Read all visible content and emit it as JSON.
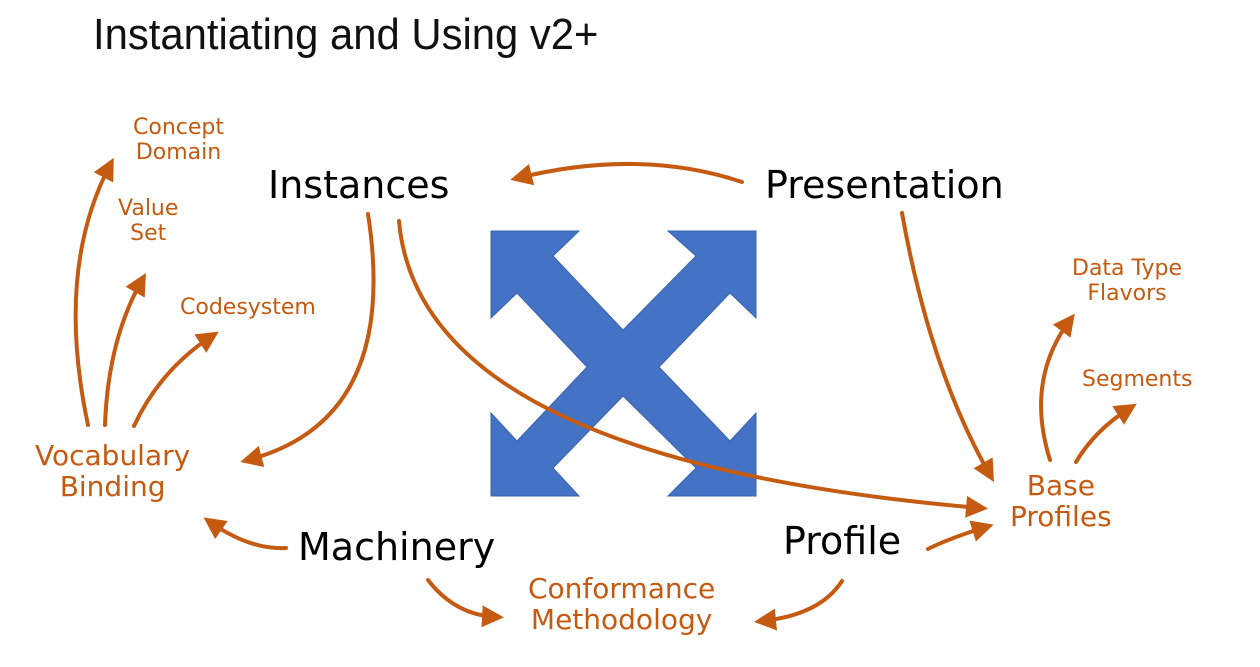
{
  "title": "Instantiating and Using v2+",
  "colors": {
    "accent": "#c55a11",
    "center_shape": "#4472c4",
    "main_text": "#000000"
  },
  "center_icon": "four-way-diagonal-arrows-icon",
  "main_nodes": {
    "instances": "Instances",
    "presentation": "Presentation",
    "machinery": "Machinery",
    "profile": "Profile"
  },
  "sub_nodes": {
    "concept_domain": "Concept\nDomain",
    "value_set": "Value\nSet",
    "codesystem": "Codesystem",
    "vocabulary_binding": "Vocabulary\nBinding",
    "data_type_flavors": "Data Type\nFlavors",
    "segments": "Segments",
    "base_profiles": "Base\nProfiles",
    "conformance_methodology": "Conformance\nMethodology"
  },
  "edges": [
    {
      "from": "Presentation",
      "to": "Instances"
    },
    {
      "from": "Presentation",
      "to": "Base Profiles"
    },
    {
      "from": "Instances",
      "to": "Vocabulary Binding"
    },
    {
      "from": "Instances",
      "to": "Base Profiles"
    },
    {
      "from": "Vocabulary Binding",
      "to": "Concept Domain"
    },
    {
      "from": "Vocabulary Binding",
      "to": "Value Set"
    },
    {
      "from": "Vocabulary Binding",
      "to": "Codesystem"
    },
    {
      "from": "Machinery",
      "to": "Vocabulary Binding"
    },
    {
      "from": "Machinery",
      "to": "Conformance Methodology"
    },
    {
      "from": "Profile",
      "to": "Conformance Methodology"
    },
    {
      "from": "Profile",
      "to": "Base Profiles"
    },
    {
      "from": "Base Profiles",
      "to": "Data Type Flavors"
    },
    {
      "from": "Base Profiles",
      "to": "Segments"
    }
  ]
}
